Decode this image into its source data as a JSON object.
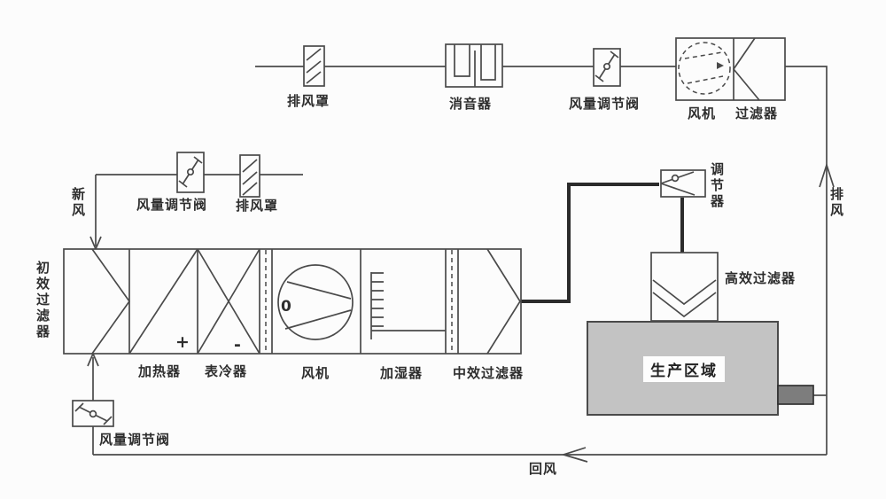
{
  "diagram": {
    "title_hint": "cleanroom-hvac-airflow-schematic",
    "colors": {
      "background": "#fcfcfc",
      "line": "#4a4a4a",
      "production_fill": "#c3c3c3",
      "port_fill": "#7d7d7d"
    },
    "labels": {
      "top_exhaust_hood": "排风罩",
      "silencer": "消音器",
      "top_damper": "风量调节阀",
      "top_fan": "风机",
      "top_filter": "过滤器",
      "fresh_air": "新风",
      "fresh_damper": "风量调节阀",
      "fresh_hood": "排风罩",
      "primary_filter": "初效过滤器",
      "heater": "加热器",
      "heater_sign": "+",
      "cooler": "表冷器",
      "cooler_sign": "-",
      "ahu_fan": "风机",
      "fan_glyph": "0",
      "humidifier": "加湿器",
      "mid_filter": "中效过滤器",
      "regulator": "调节器",
      "hepa_filter": "高效过滤器",
      "production_area": "生产区域",
      "bottom_damper": "风量调节阀",
      "return_air": "回风",
      "exhaust_air": "排风"
    }
  }
}
